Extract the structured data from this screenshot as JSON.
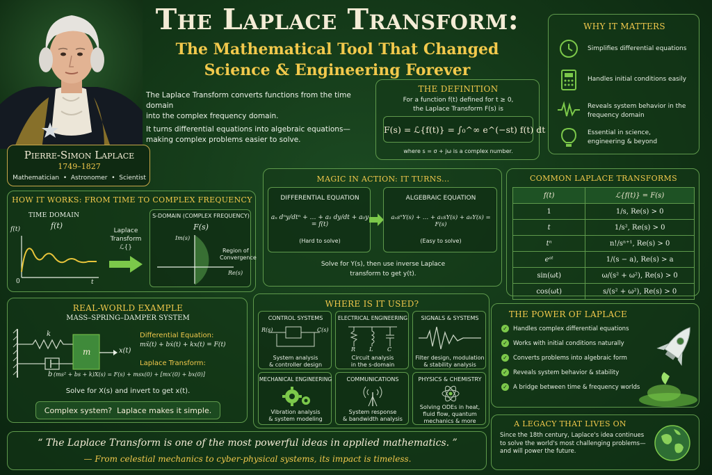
{
  "header": {
    "title": "The Laplace Transform:",
    "subtitle_line1": "The Mathematical Tool That Changed",
    "subtitle_line2": "Science & Engineering Forever"
  },
  "intro": {
    "line1": "The Laplace Transform converts functions from the time domain",
    "line2": "into the complex frequency domain.",
    "line3": "It turns differential equations into algebraic equations—",
    "line4": "making complex problems easier to solve."
  },
  "portrait": {
    "name": "Pierre-Simon Laplace",
    "years": "1749–1827",
    "roles": "Mathematician  •  Astronomer  •  Scientist"
  },
  "definition": {
    "heading": "The Definition",
    "line1": "For a function f(t) defined for t ≥ 0,",
    "line2": "the Laplace Transform F(s) is",
    "formula": "F(s) = ℒ{f(t)} = ∫₀^∞ e^(−st) f(t) dt",
    "note": "where s = σ + jω is a complex number."
  },
  "why": {
    "heading": "Why It Matters",
    "items": [
      {
        "icon": "clock-icon",
        "text": "Simplifies differential equations"
      },
      {
        "icon": "calculator-icon",
        "text": "Handles initial conditions easily"
      },
      {
        "icon": "wave-icon",
        "text": "Reveals system behavior in the frequency domain"
      },
      {
        "icon": "lightbulb-icon",
        "text": "Essential in science, engineering & beyond"
      }
    ]
  },
  "how": {
    "heading": "How It Works: From Time to Complex Frequency",
    "time_label": "Time Domain",
    "time_func": "f(t)",
    "axis_ft": "f(t)",
    "axis_t": "t",
    "axis_zero": "0",
    "arrow_label1": "Laplace",
    "arrow_label2": "Transform",
    "arrow_label3": "ℒ{}",
    "s_label": "S-Domain (Complex Frequency)",
    "s_func": "F(s)",
    "im": "Im(s)",
    "re": "Re(s)",
    "roc1": "Region of",
    "roc2": "Convergence"
  },
  "magic": {
    "heading": "Magic in Action: It Turns...",
    "diff_title": "Differential Equation",
    "diff_eq": "aₙ dⁿy/dtⁿ + … + a₁ dy/dt + a₀y = f(t)",
    "diff_note": "(Hard to solve)",
    "alg_title": "Algebraic Equation",
    "alg_eq": "aₙsⁿY(s) + … + a₁sY(s) + a₀Y(s) = F(s)",
    "alg_note": "(Easy to solve)",
    "solve1": "Solve for Y(s), then use inverse Laplace",
    "solve2": "transform to get y(t)."
  },
  "common": {
    "heading": "Common Laplace Transforms",
    "col1": "f(t)",
    "col2": "ℒ{f(t)} = F(s)",
    "rows": [
      {
        "f": "1",
        "F": "1/s,  Re(s) > 0"
      },
      {
        "f": "t",
        "F": "1/s²,  Re(s) > 0"
      },
      {
        "f": "tⁿ",
        "F": "n!/sⁿ⁺¹,  Re(s) > 0"
      },
      {
        "f": "eᵃᵗ",
        "F": "1/(s − a),  Re(s) > a"
      },
      {
        "f": "sin(ωt)",
        "F": "ω/(s² + ω²),  Re(s) > 0"
      },
      {
        "f": "cos(ωt)",
        "F": "s/(s² + ω²),  Re(s) > 0"
      }
    ]
  },
  "example": {
    "heading": "Real-World Example",
    "sub": "Mass–Spring–Damper System",
    "k": "k",
    "m": "m",
    "b": "b",
    "xt": "x(t)",
    "de_label": "Differential Equation:",
    "de": "mẍ(t) + bẋ(t) + kx(t) = F(t)",
    "lt_label": "Laplace Transform:",
    "lt": "(ms² + bs + k)X(s) = F(s) + msx(0) + [mx′(0) + bx(0)]",
    "solve": "Solve for X(s) and invert to get x(t).",
    "callout": "Complex system?  Laplace makes it simple."
  },
  "used": {
    "heading": "Where Is It Used?",
    "cards": [
      {
        "title": "Control Systems",
        "desc1": "System analysis",
        "desc2": "& controller design",
        "icon": "block-diagram-icon"
      },
      {
        "title": "Electrical Engineering",
        "desc1": "Circuit analysis",
        "desc2": "in the s-domain",
        "icon": "circuit-icon"
      },
      {
        "title": "Signals & Systems",
        "desc1": "Filter design, modulation",
        "desc2": "& stability analysis",
        "icon": "signal-icon"
      },
      {
        "title": "Mechanical Engineering",
        "desc1": "Vibration analysis",
        "desc2": "& system modeling",
        "icon": "gears-icon"
      },
      {
        "title": "Communications",
        "desc1": "System response",
        "desc2": "& bandwidth analysis",
        "icon": "antenna-icon"
      },
      {
        "title": "Physics & Chemistry",
        "desc1": "Solving ODEs in heat,",
        "desc2": "fluid flow, quantum",
        "desc3": "mechanics & more",
        "icon": "atom-icon"
      }
    ],
    "control_rs": "R(s)",
    "control_cs": "C(s)",
    "circuit_r": "R",
    "circuit_l": "L",
    "circuit_c": "C"
  },
  "power": {
    "heading": "The Power of Laplace",
    "items": [
      "Handles complex differential equations",
      "Works with initial conditions naturally",
      "Converts problems into algebraic form",
      "Reveals system behavior & stability",
      "A bridge between time & frequency worlds"
    ]
  },
  "legacy": {
    "heading": "A Legacy That Lives On",
    "line1": "Since the 18th century, Laplace's idea continues",
    "line2": "to solve the world's most challenging problems—",
    "line3": "and will power the future."
  },
  "quote": {
    "line1": "“ The Laplace Transform is one of the most powerful ideas in applied mathematics. ”",
    "line2": "— From celestial mechanics to cyber-physical systems, its impact is timeless."
  },
  "colors": {
    "accent_gold": "#f2c94c",
    "panel_border": "#5f9a4c",
    "background": "#123516",
    "bright_green": "#7cc84a"
  }
}
